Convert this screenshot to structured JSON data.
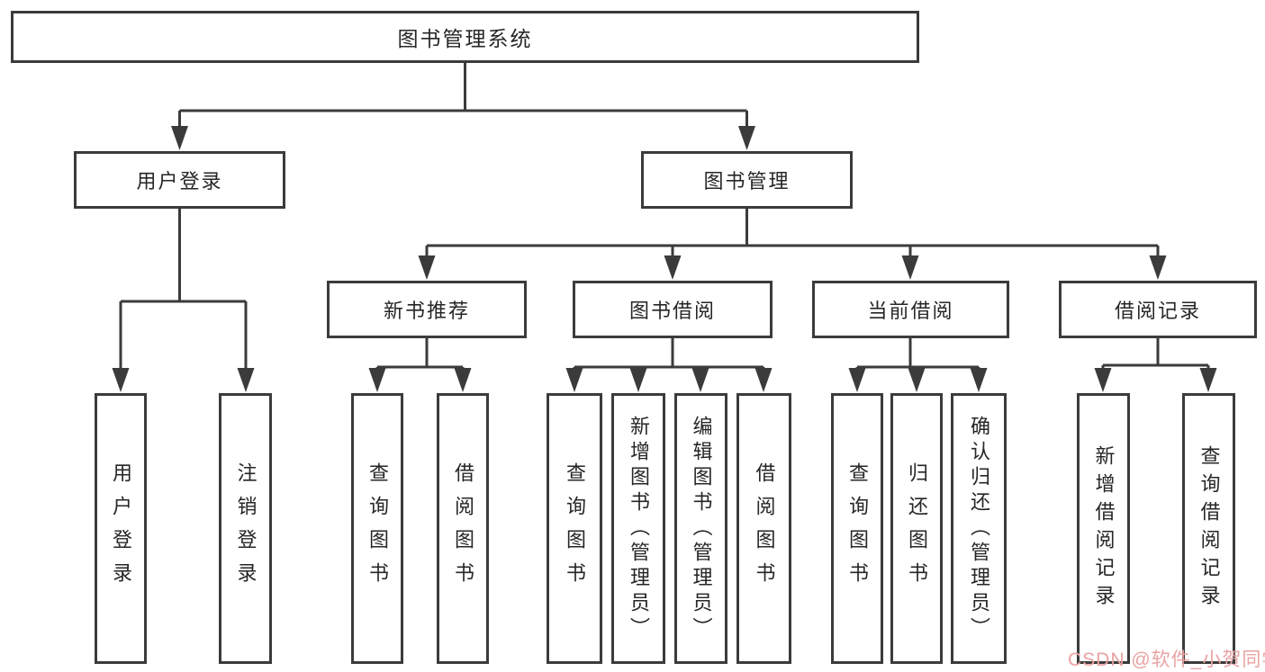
{
  "diagram": {
    "root": "图书管理系统",
    "branches": [
      {
        "label": "用户登录",
        "children": [
          "用户登录",
          "注销登录"
        ]
      },
      {
        "label": "图书管理",
        "children": [
          {
            "label": "新书推荐",
            "children": [
              "查询图书",
              "借阅图书"
            ]
          },
          {
            "label": "图书借阅",
            "children": [
              "查询图书",
              "新增图书（管理员）",
              "编辑图书（管理员）",
              "借阅图书"
            ]
          },
          {
            "label": "当前借阅",
            "children": [
              "查询图书",
              "归还图书",
              "确认归还（管理员）"
            ]
          },
          {
            "label": "借阅记录",
            "children": [
              "新增借阅记录",
              "查询借阅记录"
            ]
          }
        ]
      }
    ]
  },
  "watermark": {
    "text": "CSDN @软件_小贺同学"
  },
  "style": {
    "line_color": "#3b3b3b",
    "text_color": "#262626",
    "background": "#ffffff",
    "watermark_color": "#e9a2a2"
  }
}
